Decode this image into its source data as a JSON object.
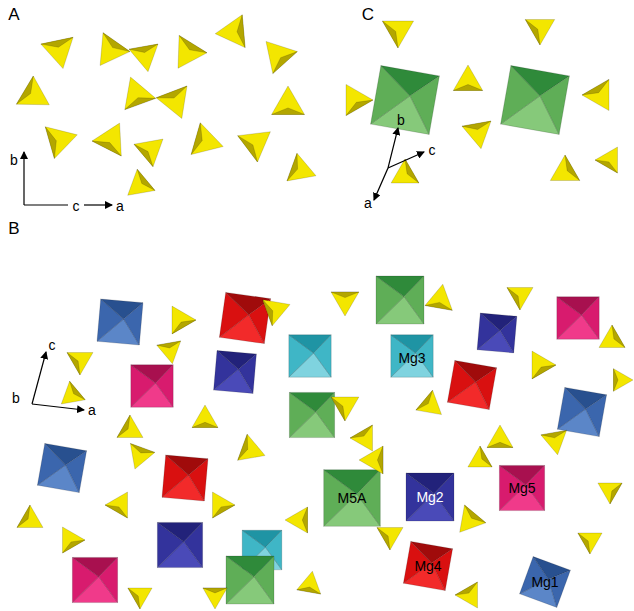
{
  "diagram": {
    "nodes": [
      {
        "text": [
          "Mg3"
        ]
      },
      {
        "text": [
          "M5A"
        ]
      },
      {
        "text": [
          "Mg2"
        ]
      },
      {
        "text": [
          "Mg5"
        ]
      },
      {
        "text": [
          "Mg4"
        ]
      },
      {
        "text": [
          "Mg1"
        ]
      }
    ],
    "labels": [
      "A",
      "b",
      "c",
      "a",
      "C",
      "b",
      "c",
      "a",
      "B",
      "c",
      "b",
      "a"
    ]
  }
}
